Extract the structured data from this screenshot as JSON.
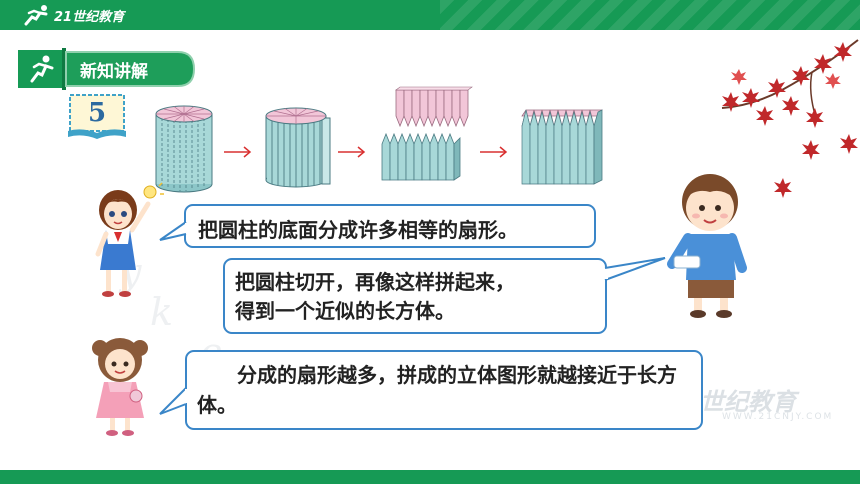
{
  "header": {
    "logo_text": "21世纪教育"
  },
  "section": {
    "label": "新知讲解"
  },
  "problem": {
    "number": "5"
  },
  "bubbles": {
    "girl_1": "把圆柱的底面分成许多相等的扇形。",
    "boy_line1": "把圆柱切开，再像这样拼起来，",
    "boy_line2": "得到一个近似的长方体。",
    "girl_2": "分成的扇形越多，拼成的立体图形就越接近于长方体。"
  },
  "watermark": {
    "text": "世纪教育",
    "sub": "WWW.21CNJY.COM"
  },
  "icons": [
    "runner-logo-icon",
    "arrow-right-icon",
    "maple-leaf-icon",
    "lightbulb-icon"
  ],
  "colors": {
    "brand_green": "#169a55",
    "bubble_border": "#3a86c8",
    "cylinder_teal": "#a8d8d8",
    "wedge_pink": "#f2c6d8",
    "arrow_red": "#d93030",
    "maple_red": "#c0282a"
  }
}
